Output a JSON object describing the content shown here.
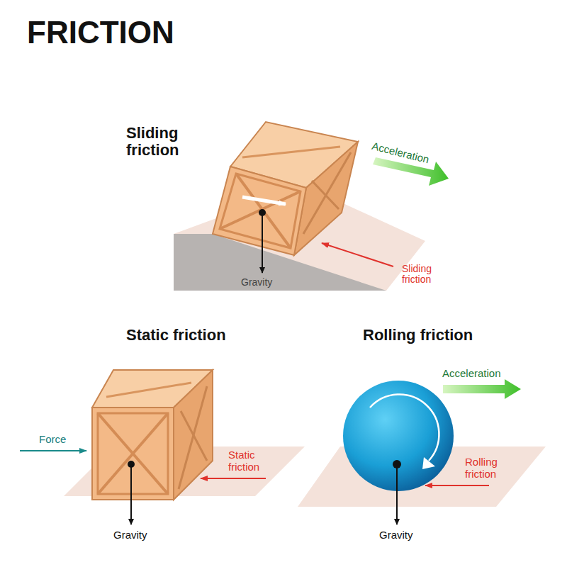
{
  "diagram": {
    "title": "FRICTION",
    "labels": [
      "Sliding friction",
      "Acceleration",
      "Sliding friction",
      "Gravity",
      "Static friction",
      "Force",
      "Static friction",
      "Gravity",
      "Rolling friction",
      "Acceleration",
      "Rolling friction",
      "Gravity"
    ]
  }
}
